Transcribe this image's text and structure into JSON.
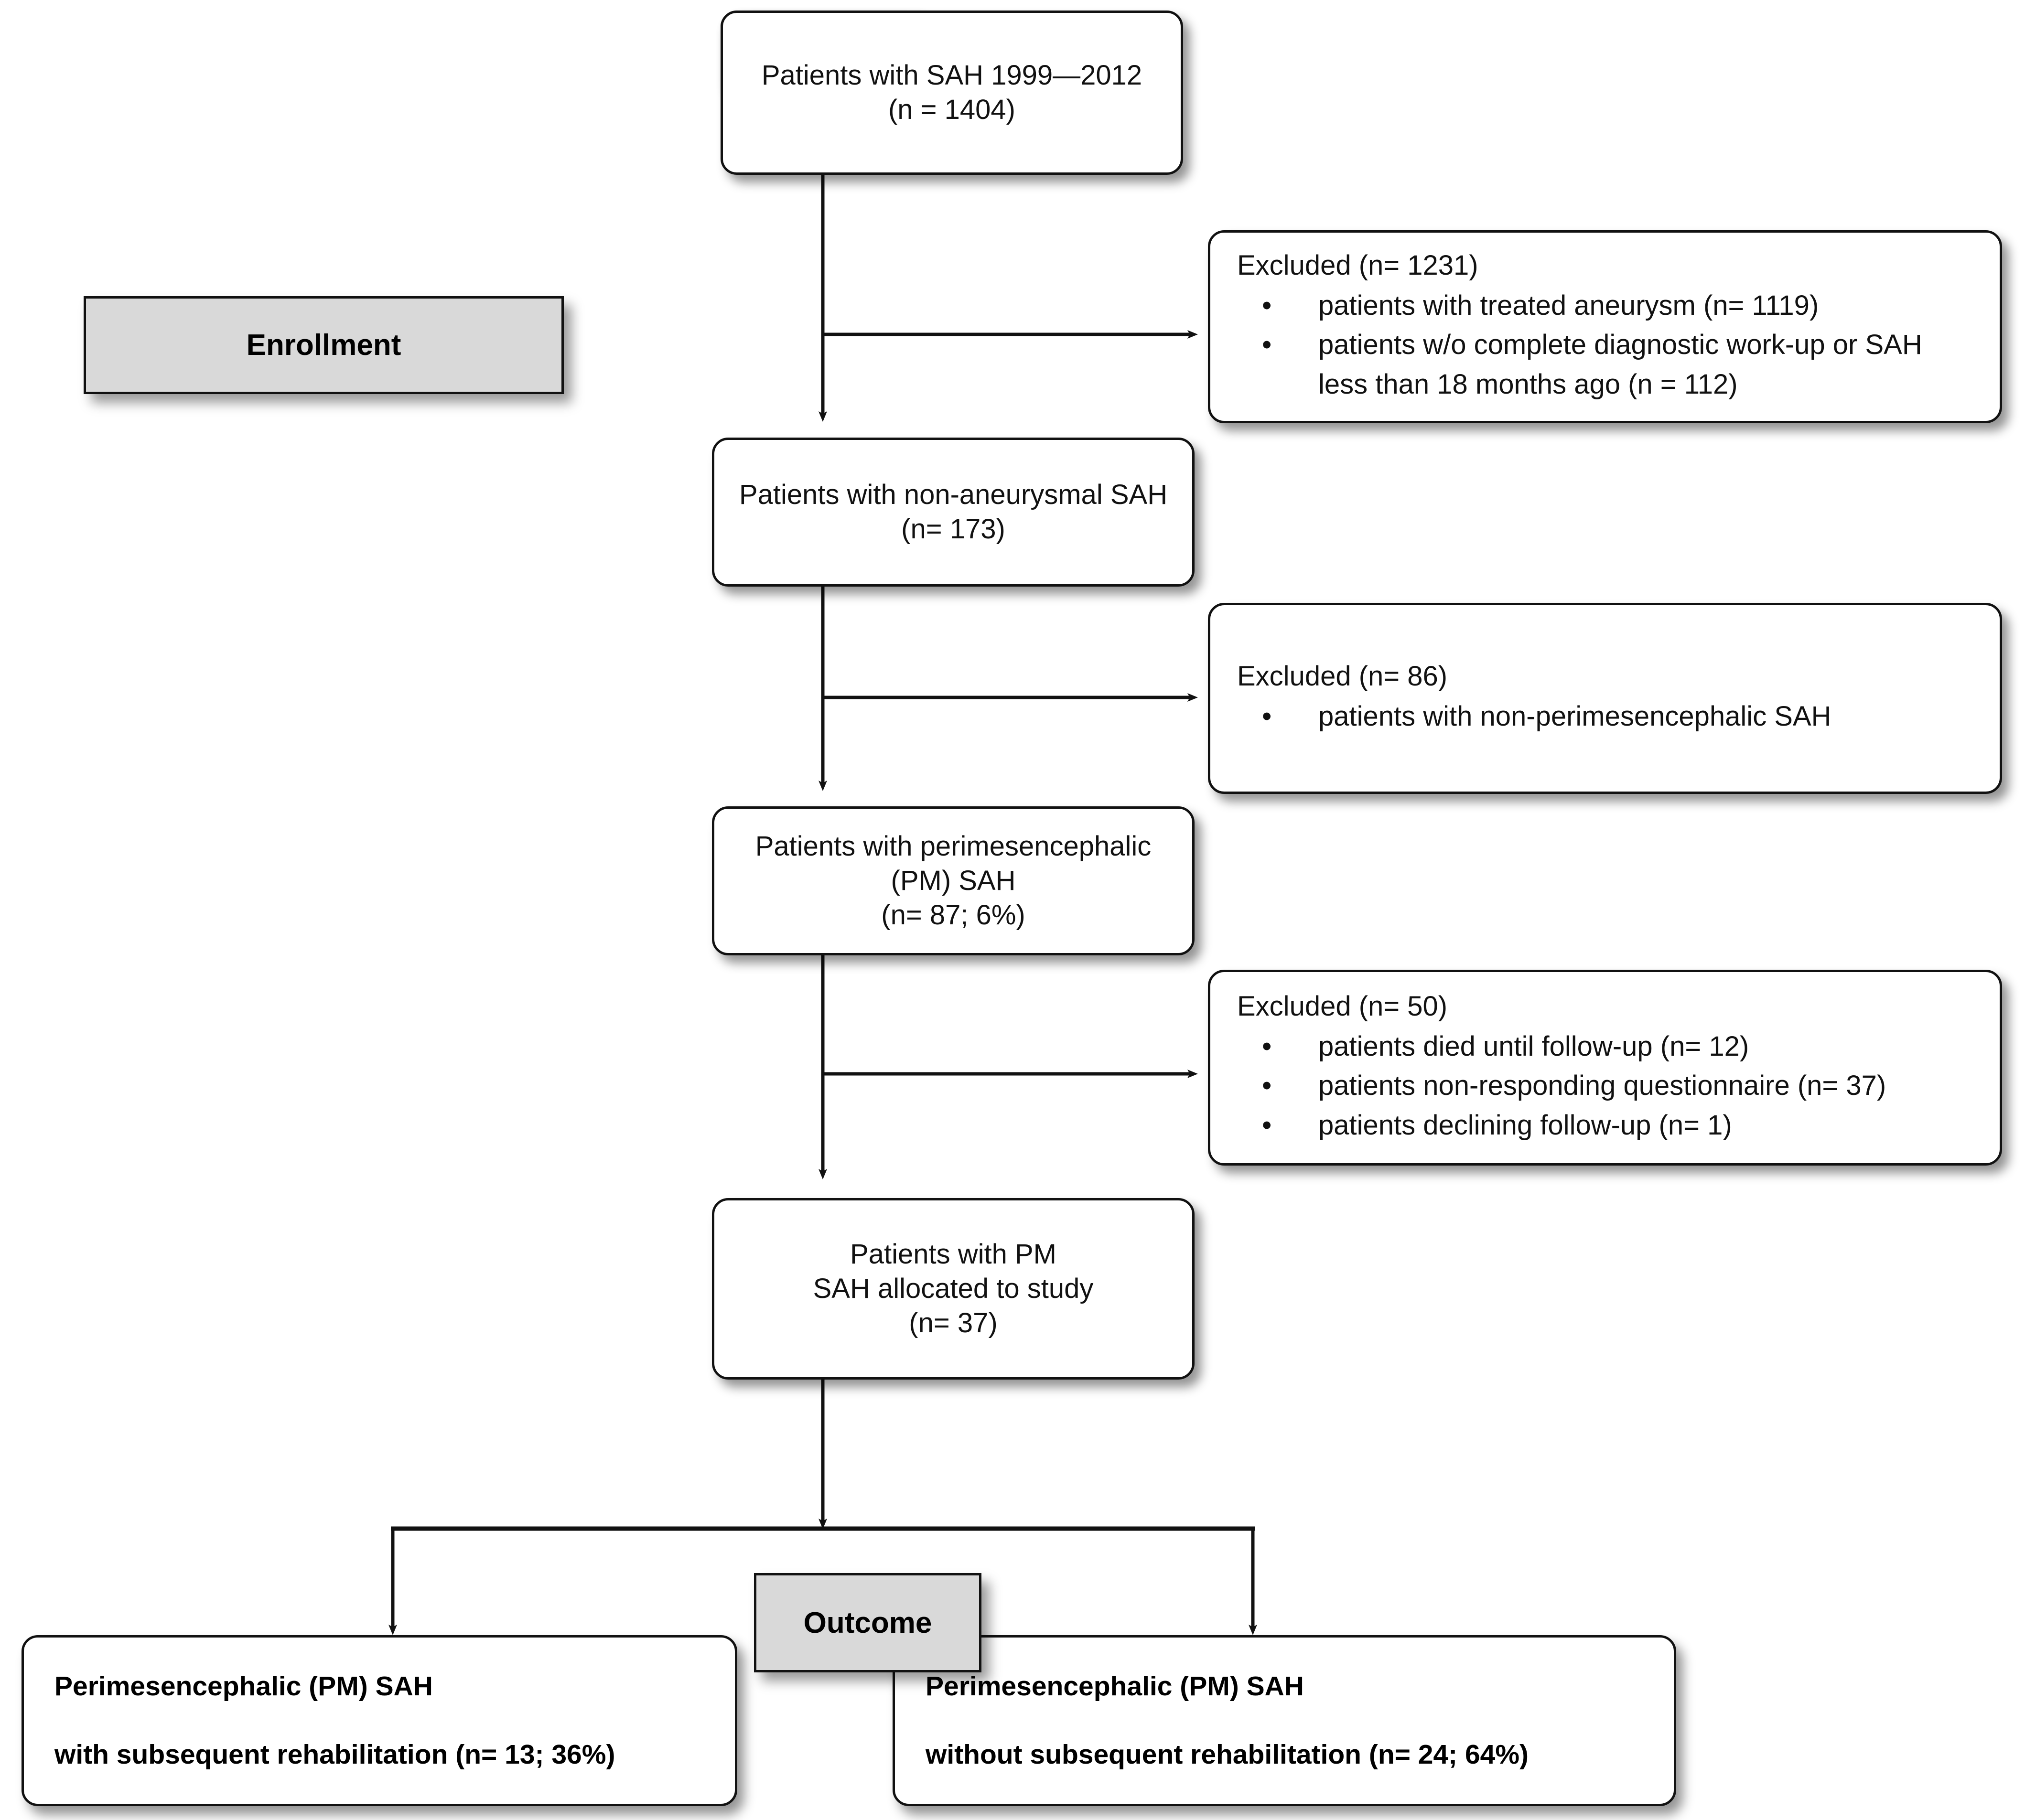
{
  "diagram": {
    "title": "Patient flow diagram",
    "type": "flowchart",
    "stage_labels": {
      "enrollment": "Enrollment",
      "outcome": "Outcome"
    },
    "nodes": {
      "n1": {
        "line1": "Patients with SAH 1999—2012",
        "line2": "(n = 1404)"
      },
      "n2": {
        "line1": "Patients with non-aneurysmal SAH",
        "line2": "(n= 173)"
      },
      "n3": {
        "line1": "Patients with perimesencephalic",
        "line2": "(PM) SAH",
        "line3": "(n= 87; 6%)"
      },
      "n4": {
        "line1": "Patients with PM",
        "line2": "SAH allocated to study",
        "line3": "(n= 37)"
      }
    },
    "exclusions": {
      "e1": {
        "header": "Excluded (n= 1231)",
        "bullet_glyph": "•",
        "items": [
          "patients with treated aneurysm (n= 1119)",
          "patients w/o complete diagnostic work-up or SAH\nless than 18 months ago (n = 112)"
        ]
      },
      "e2": {
        "header": "Excluded (n= 86)",
        "bullet_glyph": "•",
        "items": [
          "patients with non-perimesencephalic SAH"
        ]
      },
      "e3": {
        "header": "Excluded (n= 50)",
        "bullet_glyph": "•",
        "items": [
          "patients died until follow-up (n= 12)",
          "patients non-responding questionnaire (n= 37)",
          "patients declining follow-up (n= 1)"
        ]
      }
    },
    "results": {
      "left": {
        "line1": "Perimesencephalic (PM) SAH",
        "line2": "with subsequent rehabilitation (n= 13; 36%)"
      },
      "right": {
        "line1": "Perimesencephalic (PM) SAH",
        "line2": "without subsequent rehabilitation (n= 24; 64%)"
      }
    },
    "colors": {
      "banner_fill": "#d9d9d9",
      "node_fill": "#ffffff",
      "stroke": "#111111",
      "text": "#000000",
      "background": "#ffffff"
    }
  }
}
